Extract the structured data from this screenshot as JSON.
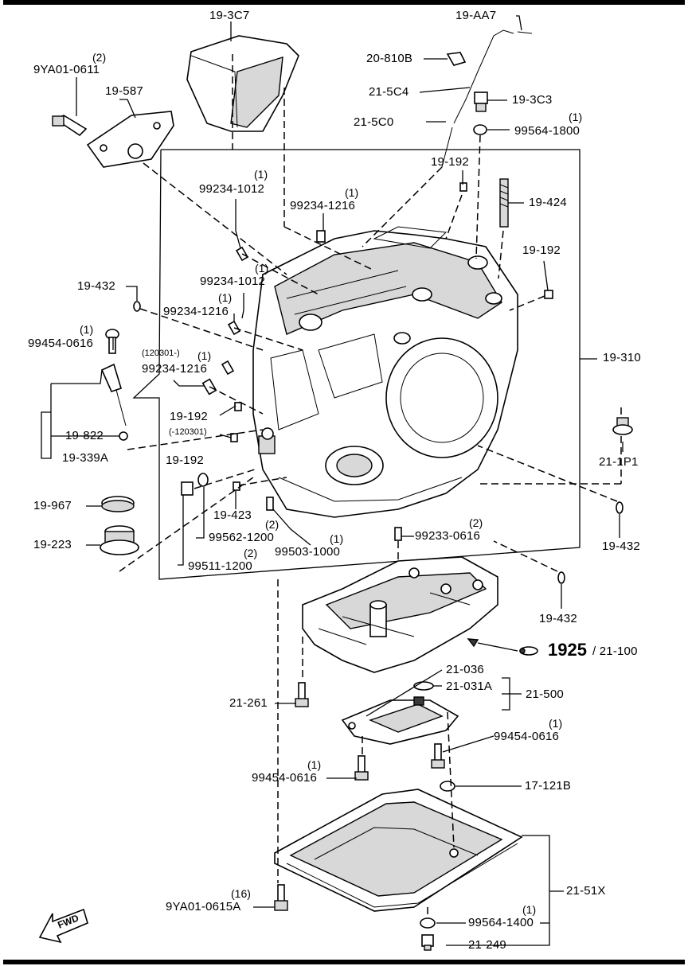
{
  "callouts": [
    {
      "id": "19-3C7",
      "text": "19-3C7"
    },
    {
      "id": "19-AA7",
      "text": "19-AA7"
    },
    {
      "id": "9YA01-0611",
      "text": "9YA01-0611",
      "qty": "(2)"
    },
    {
      "id": "19-587",
      "text": "19-587"
    },
    {
      "id": "20-810B",
      "text": "20-810B"
    },
    {
      "id": "21-5C4",
      "text": "21-5C4"
    },
    {
      "id": "19-3C3",
      "text": "19-3C3"
    },
    {
      "id": "21-5C0",
      "text": "21-5C0"
    },
    {
      "id": "99564-1800",
      "text": "99564-1800",
      "qty": "(1)"
    },
    {
      "id": "19-192-a",
      "text": "19-192"
    },
    {
      "id": "99234-1012-a",
      "text": "99234-1012",
      "qty": "(1)"
    },
    {
      "id": "99234-1216-a",
      "text": "99234-1216",
      "qty": "(1)"
    },
    {
      "id": "19-424",
      "text": "19-424"
    },
    {
      "id": "19-192-b",
      "text": "19-192"
    },
    {
      "id": "99234-1012-b",
      "text": "99234-1012",
      "qty": "(1)"
    },
    {
      "id": "19-432-a",
      "text": "19-432"
    },
    {
      "id": "99234-1216-b",
      "text": "99234-1216",
      "qty": "(1)"
    },
    {
      "id": "99454-0616-a",
      "text": "99454-0616",
      "qty": "(1)"
    },
    {
      "id": "99234-1216-c",
      "text": "99234-1216",
      "qty": "(1)",
      "note": "(120301-)"
    },
    {
      "id": "19-310",
      "text": "19-310"
    },
    {
      "id": "19-192-c",
      "text": "19-192",
      "note": "(-120301)"
    },
    {
      "id": "19-822",
      "text": "19-822"
    },
    {
      "id": "19-339A",
      "text": "19-339A"
    },
    {
      "id": "19-192-d",
      "text": "19-192"
    },
    {
      "id": "21-1P1",
      "text": "21-1P1"
    },
    {
      "id": "19-967",
      "text": "19-967"
    },
    {
      "id": "19-423",
      "text": "19-423"
    },
    {
      "id": "19-223",
      "text": "19-223"
    },
    {
      "id": "99562-1200",
      "text": "99562-1200",
      "qty": "(2)"
    },
    {
      "id": "99233-0616",
      "text": "99233-0616",
      "qty": "(2)"
    },
    {
      "id": "99503-1000",
      "text": "99503-1000",
      "qty": "(1)"
    },
    {
      "id": "19-432-b",
      "text": "19-432"
    },
    {
      "id": "99511-1200",
      "text": "99511-1200",
      "qty": "(2)"
    },
    {
      "id": "19-432-c",
      "text": "19-432"
    },
    {
      "id": "21-100",
      "text": "/ 21-100",
      "figure": "1925"
    },
    {
      "id": "21-036",
      "text": "21-036"
    },
    {
      "id": "21-031A",
      "text": "21-031A"
    },
    {
      "id": "21-500",
      "text": "21-500"
    },
    {
      "id": "21-261",
      "text": "21-261"
    },
    {
      "id": "99454-0616-b",
      "text": "99454-0616",
      "qty": "(1)"
    },
    {
      "id": "99454-0616-c",
      "text": "99454-0616",
      "qty": "(1)"
    },
    {
      "id": "17-121B",
      "text": "17-121B"
    },
    {
      "id": "21-51X",
      "text": "21-51X"
    },
    {
      "id": "9YA01-0615A",
      "text": "9YA01-0615A",
      "qty": "(16)"
    },
    {
      "id": "99564-1400",
      "text": "99564-1400",
      "qty": "(1)"
    },
    {
      "id": "21-249",
      "text": "21-249"
    }
  ],
  "fwd_marker": "FWD"
}
